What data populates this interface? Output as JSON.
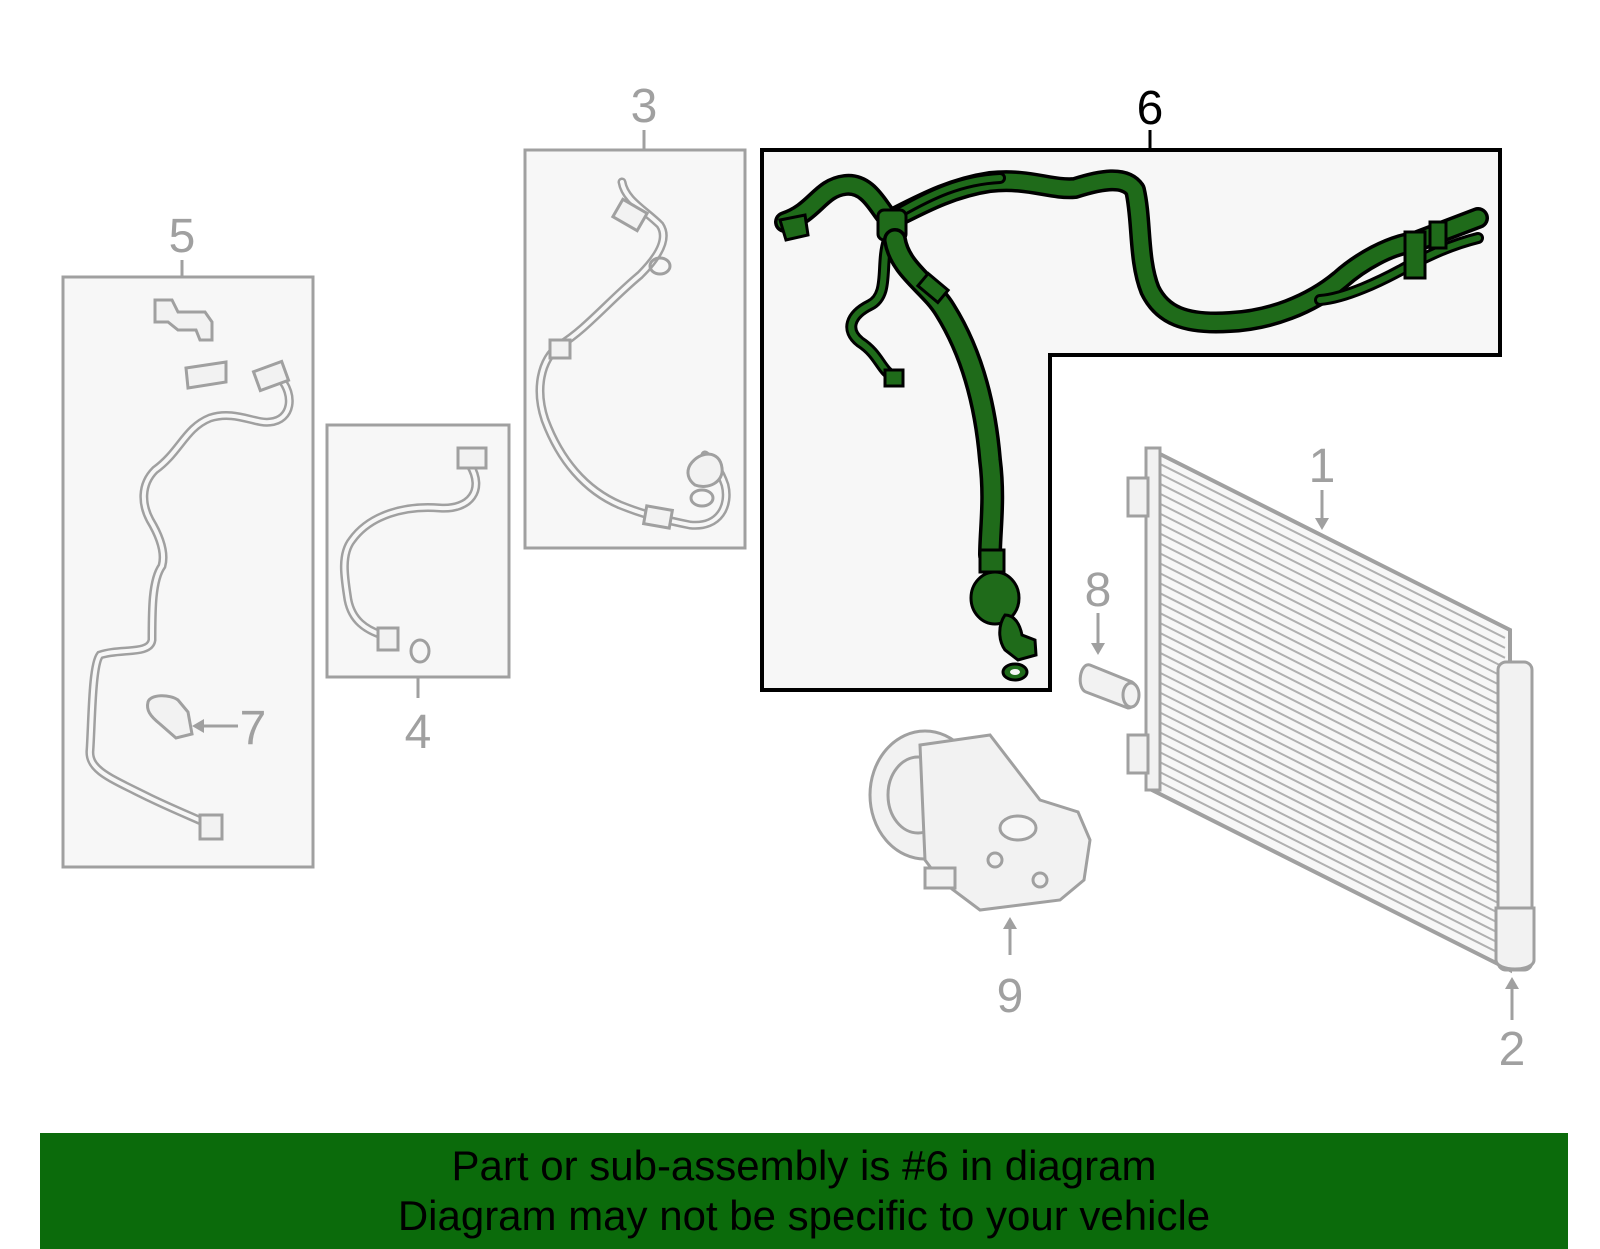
{
  "colors": {
    "highlight_fill": "#1f6b1a",
    "banner_bg": "#0b6b0b",
    "part_gray": "#a0a0a0",
    "box_fill": "#f7f7f7",
    "highlight_border": "#000000"
  },
  "callouts": {
    "c1": "1",
    "c2": "2",
    "c3": "3",
    "c4": "4",
    "c5": "5",
    "c6": "6",
    "c7": "7",
    "c8": "8",
    "c9": "9"
  },
  "banner": {
    "line1": "Part or sub-assembly is #6 in diagram",
    "line2": "Diagram may not be specific to your vehicle"
  }
}
